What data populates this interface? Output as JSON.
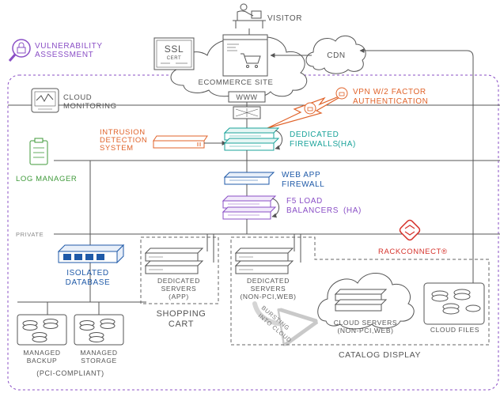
{
  "colors": {
    "purple": "#8a4fc6",
    "teal": "#1aa39a",
    "orange": "#e0632a",
    "blue": "#1f5aa8",
    "green": "#3f9a3a",
    "red": "#d6322b",
    "line": "#555555"
  },
  "labels": {
    "visitor": "VISITOR",
    "vulnerability_1": "VULNERABILITY",
    "vulnerability_2": "ASSESSMENT",
    "ssl_1": "SSL",
    "ssl_2": "CERT",
    "cdn": "CDN",
    "ecommerce_site": "ECOMMERCE SITE",
    "www": "WWW",
    "cloud_monitoring_1": "CLOUD",
    "cloud_monitoring_2": "MONITORING",
    "vpn_1": "VPN W/2 FACTOR",
    "vpn_2": "AUTHENTICATION",
    "ids_1": "INTRUSION",
    "ids_2": "DETECTION",
    "ids_3": "SYSTEM",
    "firewalls_1": "DEDICATED",
    "firewalls_2": "FIREWALLS",
    "ha_1": "(HA)",
    "log_manager": "LOG MANAGER",
    "waf_1": "WEB APP",
    "waf_2": "FIREWALL",
    "lb_1": "F5 LOAD",
    "lb_2": "BALANCERS",
    "ha_2": "(HA)",
    "private": "PRIVATE",
    "rackconnect": "RACKCONNECT®",
    "isolated_db_1": "ISOLATED",
    "isolated_db_2": "DATABASE",
    "ded_app_1": "DEDICATED",
    "ded_app_2": "SERVERS",
    "ded_app_3": "(APP)",
    "ded_web_1": "DEDICATED",
    "ded_web_2": "SERVERS",
    "ded_web_3": "(NON-PCI,WEB)",
    "shopping_cart_1": "SHOPPING",
    "shopping_cart_2": "CART",
    "bursting_1": "BURSTING",
    "bursting_2": "INTO CLOUD",
    "cloud_servers_1": "CLOUD SERVERS",
    "cloud_servers_2": "(NON-PCI,WEB)",
    "cloud_files": "CLOUD FILES",
    "catalog_display": "CATALOG DISPLAY",
    "backup_1": "MANAGED",
    "backup_2": "BACKUP",
    "storage_1": "MANAGED",
    "storage_2": "STORAGE",
    "pci_compliant": "(PCI-COMPLIANT)"
  }
}
